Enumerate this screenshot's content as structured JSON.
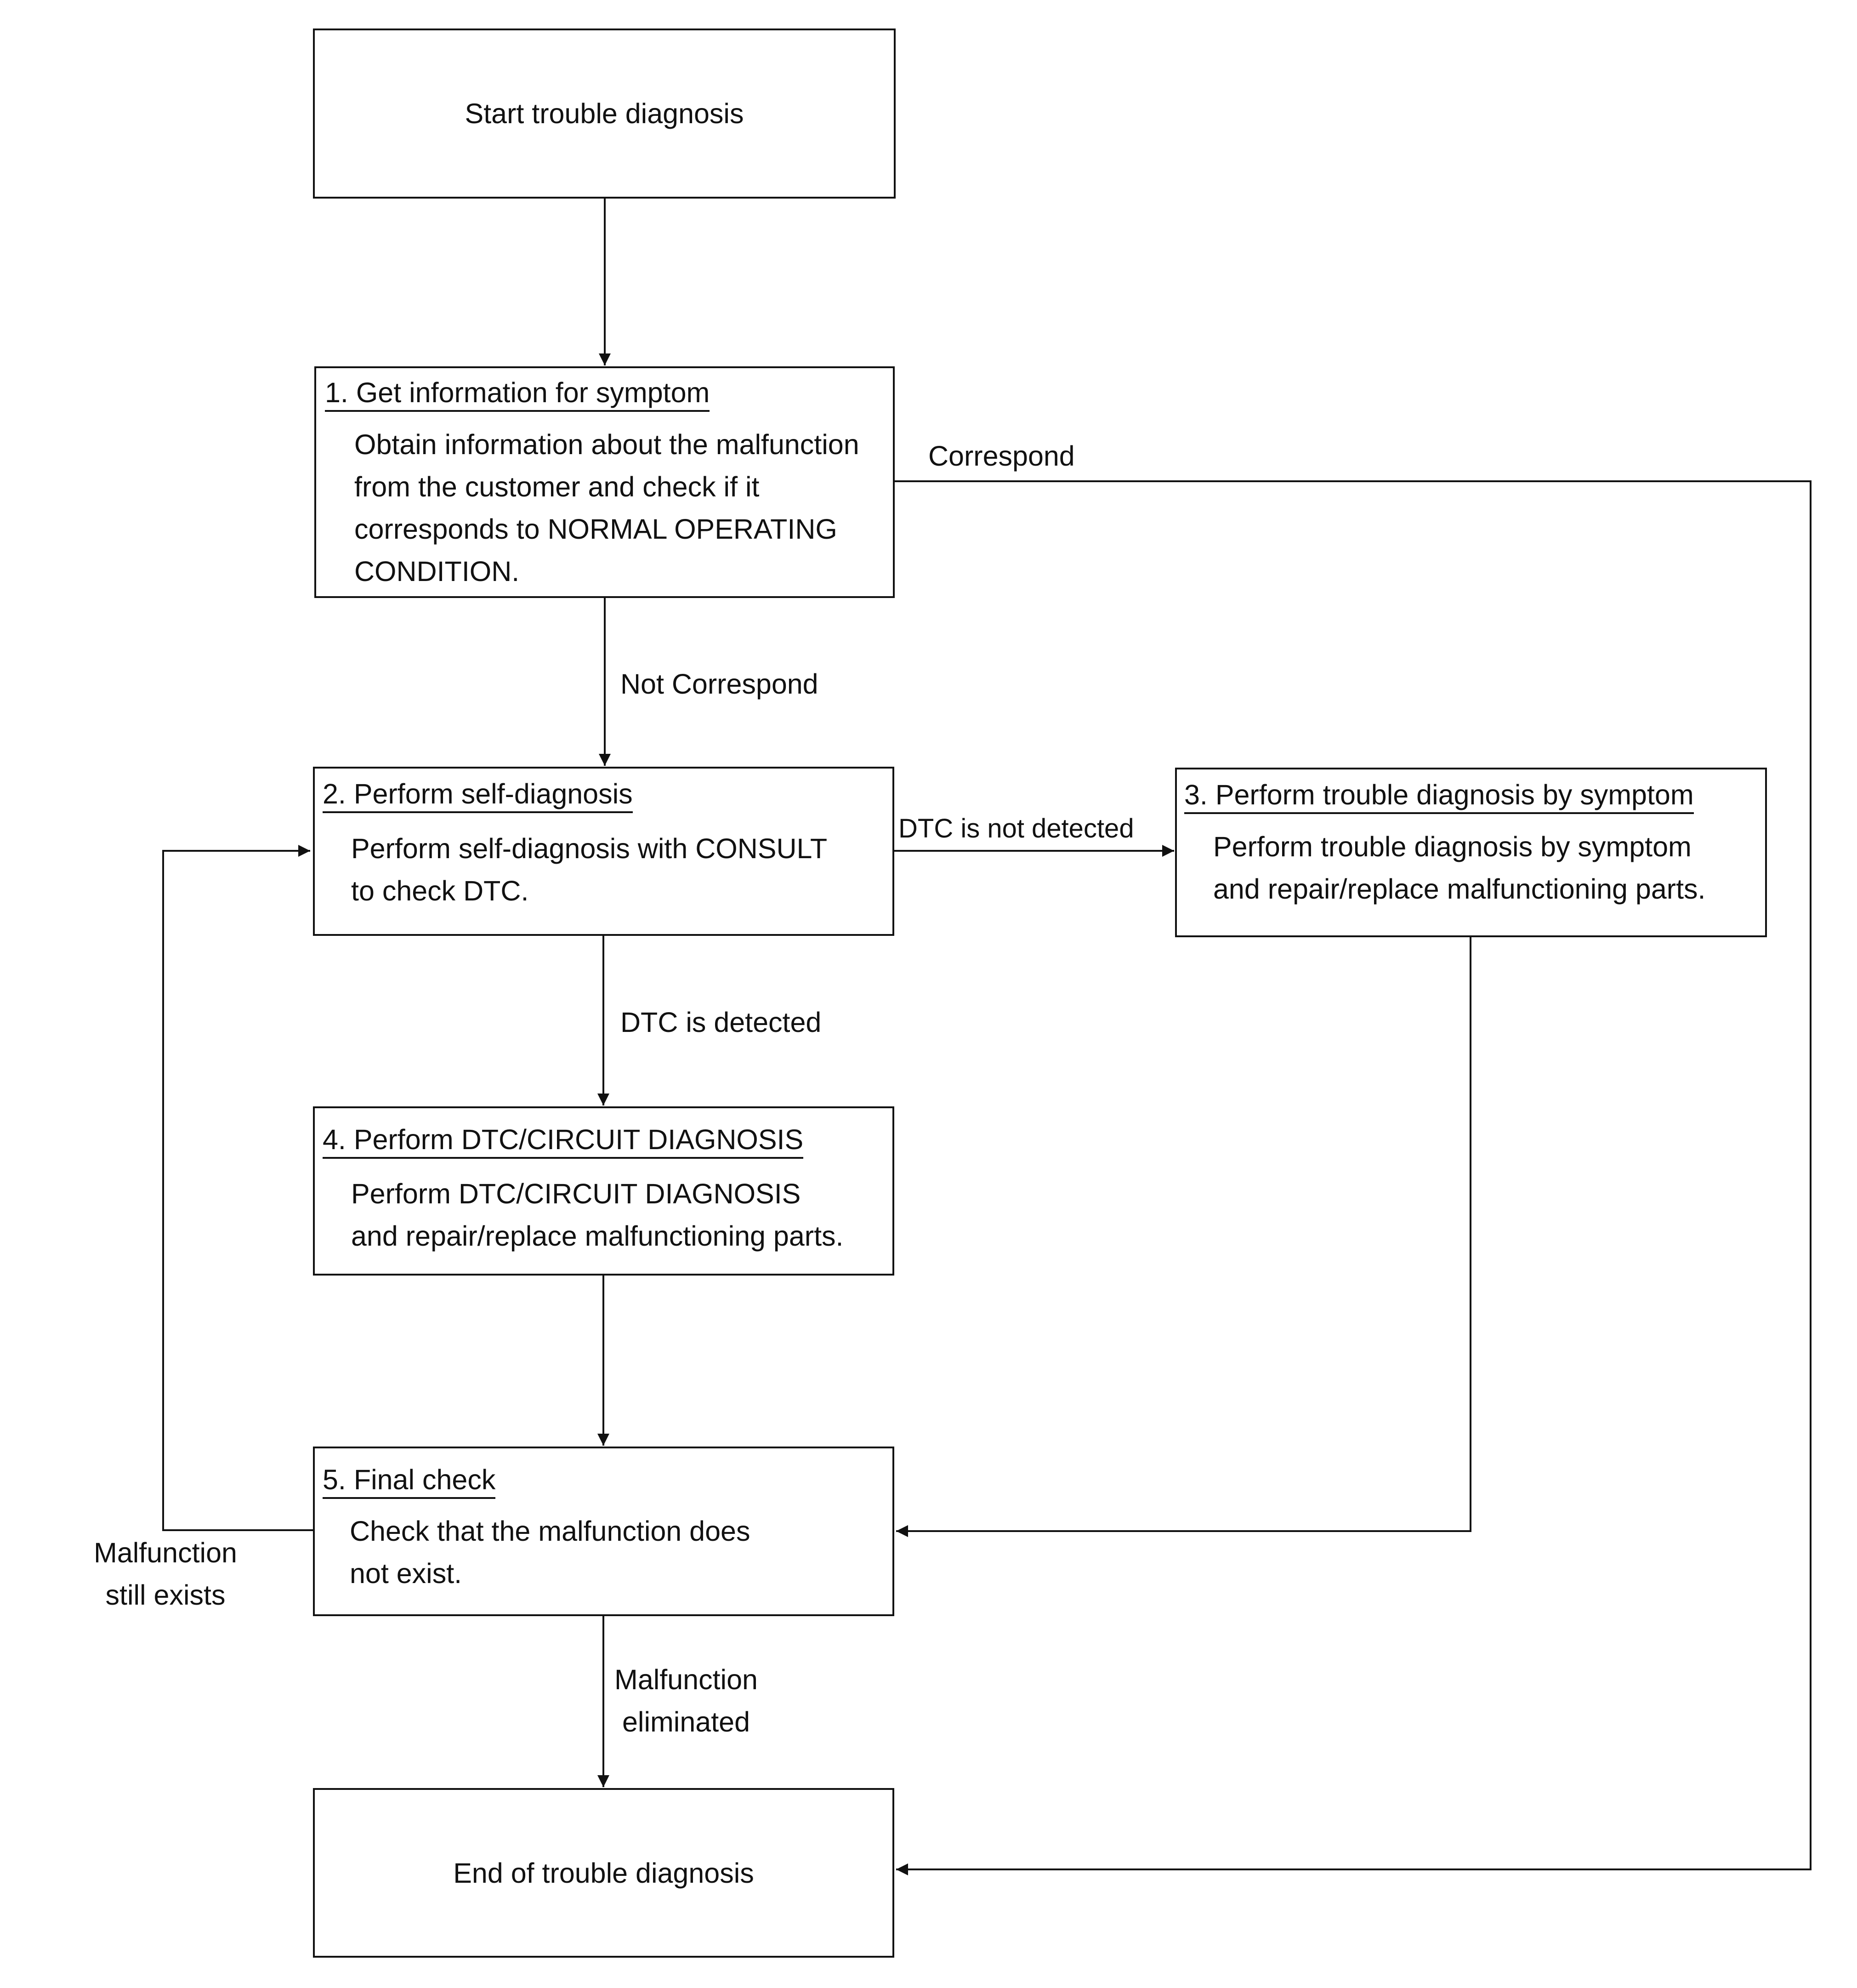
{
  "start": {
    "label": "Start trouble diagnosis"
  },
  "steps": [
    {
      "title": "1. Get information for symptom",
      "body": [
        "Obtain information about the malfunction",
        "from the customer and check if it",
        "corresponds to NORMAL OPERATING",
        "CONDITION."
      ]
    },
    {
      "title": "2. Perform self-diagnosis",
      "body": [
        "Perform self-diagnosis with CONSULT",
        "to check DTC."
      ]
    },
    {
      "title": "3. Perform trouble diagnosis by symptom",
      "body": [
        "Perform trouble diagnosis by symptom",
        "and repair/replace malfunctioning parts."
      ]
    },
    {
      "title": "4. Perform DTC/CIRCUIT DIAGNOSIS",
      "body": [
        "Perform DTC/CIRCUIT DIAGNOSIS",
        "and repair/replace malfunctioning parts."
      ]
    },
    {
      "title": "5. Final check",
      "body": [
        "Check that the malfunction does",
        "not exist."
      ]
    }
  ],
  "end": {
    "label": "End of trouble diagnosis"
  },
  "edges": {
    "correspond": "Correspond",
    "not_correspond": "Not Correspond",
    "dtc_not_detected": "DTC is not detected",
    "dtc_detected": "DTC is detected",
    "malfunction_still_exists": [
      "Malfunction",
      "still exists"
    ],
    "malfunction_eliminated": [
      "Malfunction",
      "eliminated"
    ]
  }
}
